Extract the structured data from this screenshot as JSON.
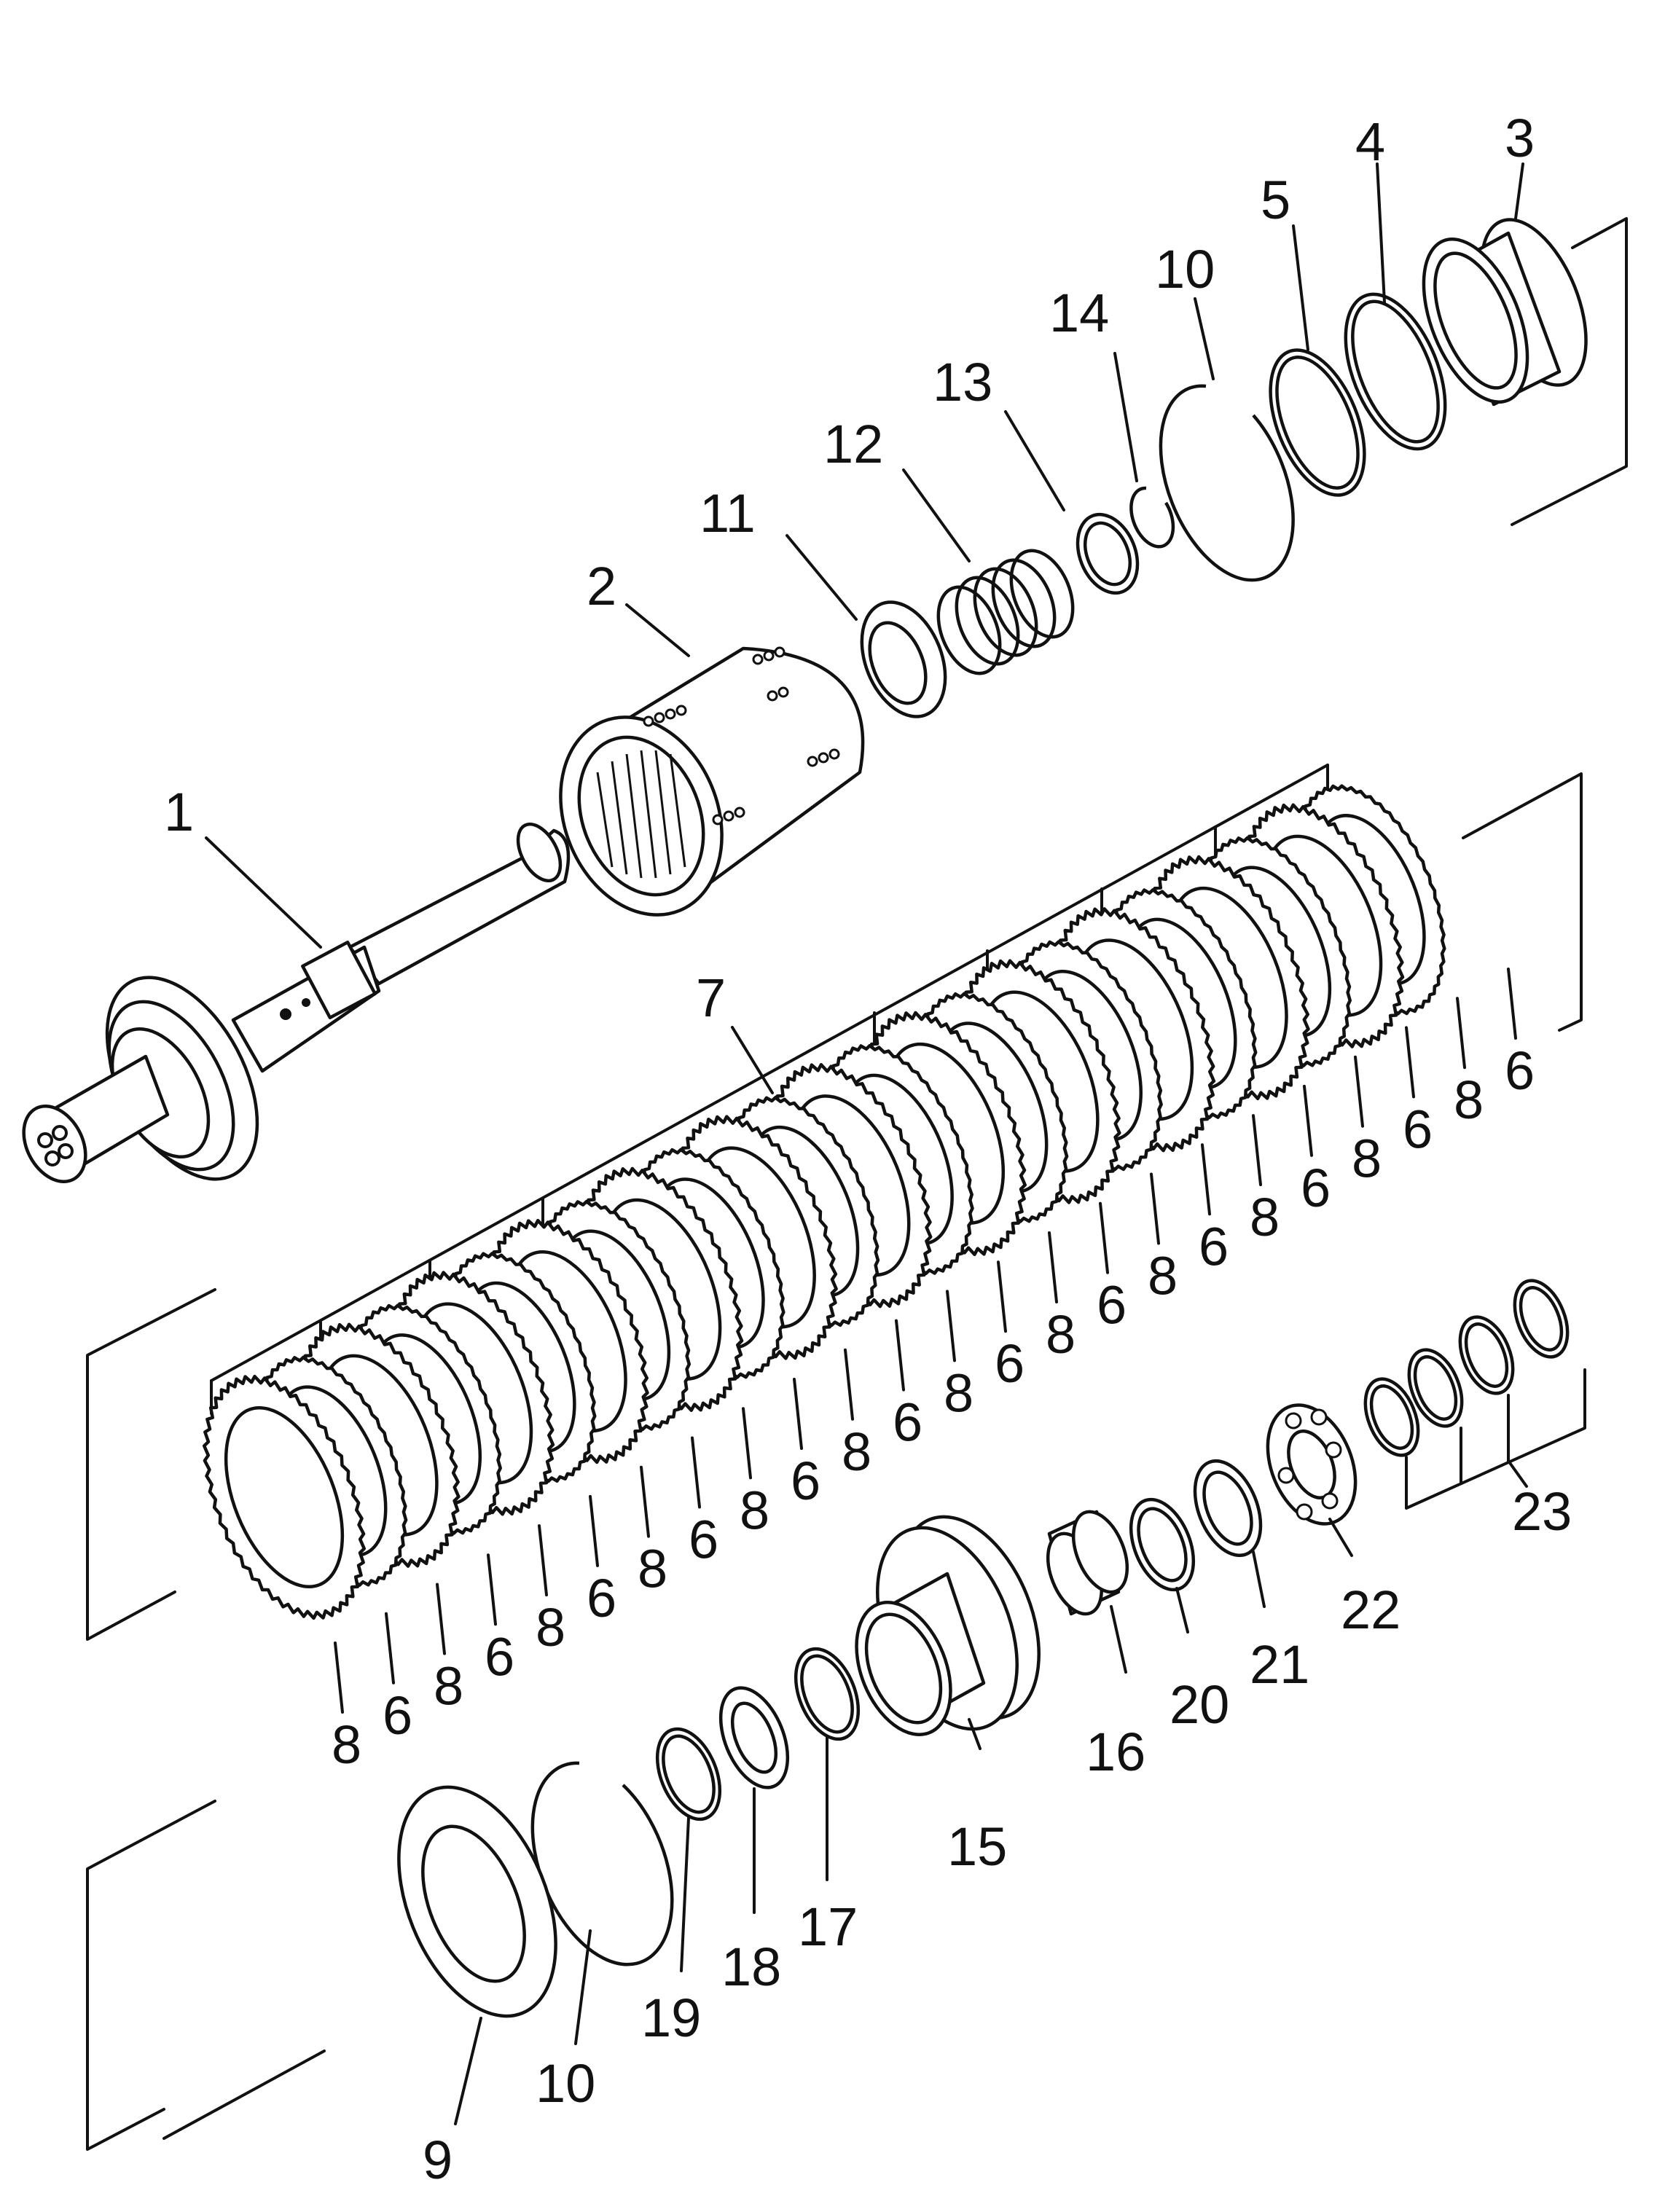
{
  "callouts": [
    {
      "id": "c-1",
      "text": "1"
    },
    {
      "id": "c-2",
      "text": "2"
    },
    {
      "id": "c-3",
      "text": "3"
    },
    {
      "id": "c-4",
      "text": "4"
    },
    {
      "id": "c-5",
      "text": "5"
    },
    {
      "id": "c-10a",
      "text": "10"
    },
    {
      "id": "c-14",
      "text": "14"
    },
    {
      "id": "c-13",
      "text": "13"
    },
    {
      "id": "c-12",
      "text": "12"
    },
    {
      "id": "c-11",
      "text": "11"
    },
    {
      "id": "c-7",
      "text": "7"
    },
    {
      "id": "c-23",
      "text": "23"
    },
    {
      "id": "c-22",
      "text": "22"
    },
    {
      "id": "c-21",
      "text": "21"
    },
    {
      "id": "c-20",
      "text": "20"
    },
    {
      "id": "c-16",
      "text": "16"
    },
    {
      "id": "c-15",
      "text": "15"
    },
    {
      "id": "c-17",
      "text": "17"
    },
    {
      "id": "c-18",
      "text": "18"
    },
    {
      "id": "c-19",
      "text": "19"
    },
    {
      "id": "c-10b",
      "text": "10"
    },
    {
      "id": "c-9",
      "text": "9"
    }
  ],
  "pack_labels": [
    "8",
    "6",
    "8",
    "6",
    "8",
    "6",
    "8",
    "6",
    "8",
    "6",
    "8",
    "6",
    "8",
    "6",
    "8",
    "6",
    "8",
    "6",
    "8",
    "6",
    "8",
    "6",
    "8",
    "6"
  ]
}
